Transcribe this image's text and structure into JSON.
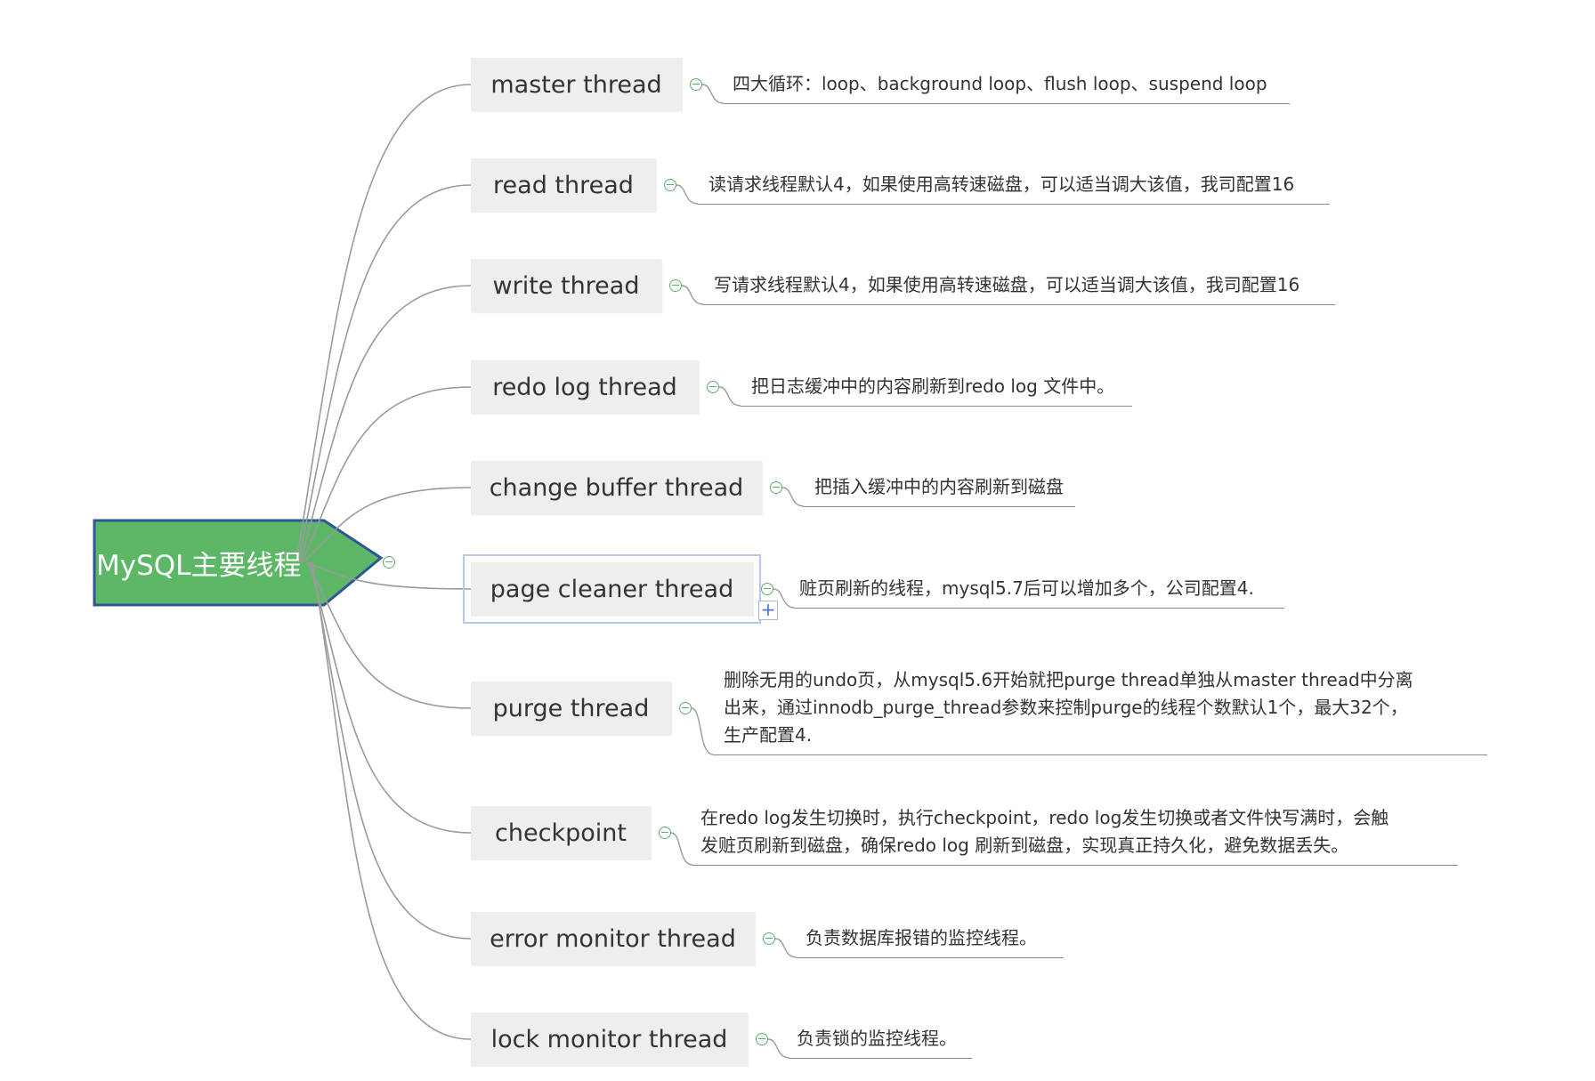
{
  "root": {
    "label": "MySQL主要线程",
    "fill": "#5cb867",
    "border": "#2f5597"
  },
  "branches": [
    {
      "label": "master thread",
      "note": [
        "四大循环：loop、background loop、flush loop、suspend loop"
      ]
    },
    {
      "label": "read thread",
      "note": [
        "读请求线程默认4，如果使用高转速磁盘，可以适当调大该值，我司配置16"
      ]
    },
    {
      "label": "write thread",
      "note": [
        "写请求线程默认4，如果使用高转速磁盘，可以适当调大该值，我司配置16"
      ]
    },
    {
      "label": "redo log thread",
      "note": [
        "把日志缓冲中的内容刷新到redo log 文件中。"
      ]
    },
    {
      "label": "change buffer thread",
      "note": [
        "把插入缓冲中的内容刷新到磁盘"
      ]
    },
    {
      "label": "page cleaner thread",
      "note": [
        "赃页刷新的线程，mysql5.7后可以增加多个，公司配置4."
      ],
      "selected": true
    },
    {
      "label": "purge thread",
      "note": [
        "删除无用的undo页，从mysql5.6开始就把purge thread单独从master thread中分离",
        "出来，通过innodb_purge_thread参数来控制purge的线程个数默认1个，最大32个，",
        "生产配置4."
      ]
    },
    {
      "label": "checkpoint",
      "note": [
        "在redo log发生切换时，执行checkpoint，redo log发生切换或者文件快写满时，会触",
        "发赃页刷新到磁盘，确保redo log 刷新到磁盘，实现真正持久化，避免数据丢失。"
      ]
    },
    {
      "label": "error monitor thread",
      "note": [
        "负责数据库报错的监控线程。"
      ]
    },
    {
      "label": "lock monitor thread",
      "note": [
        "负责锁的监控线程。"
      ]
    }
  ],
  "colors": {
    "line": "#9a9a9a",
    "topic_fill": "#eeeeee",
    "toggle": "#5fae6b",
    "selection": "#b7c9ea"
  },
  "icons": {
    "toggle": "collapse-icon",
    "add": "add-icon"
  }
}
